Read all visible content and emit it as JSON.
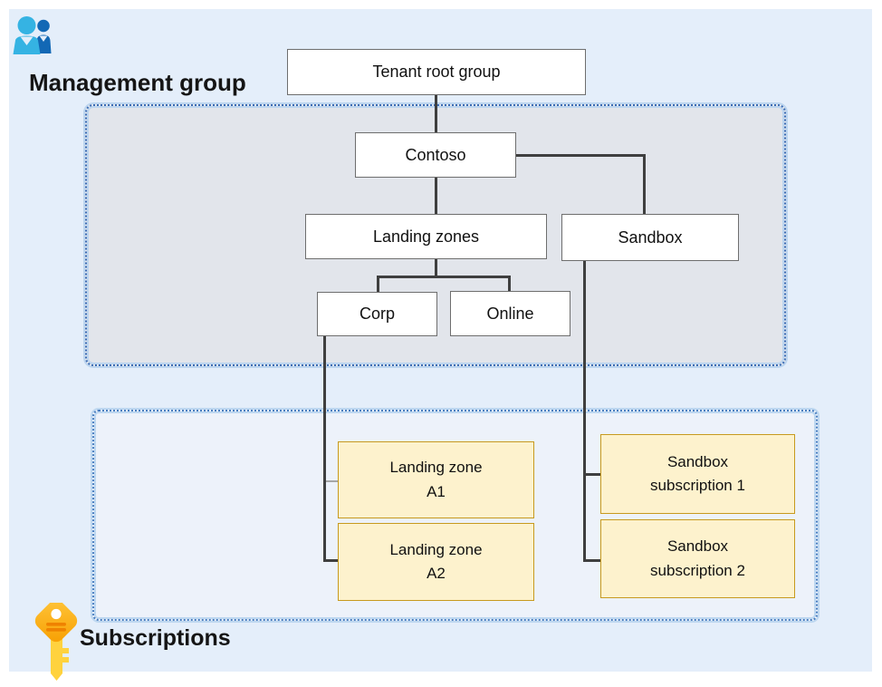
{
  "diagram": {
    "title_left": "Management group",
    "title_bottom": "Subscriptions",
    "icons": {
      "management_group": "people-icon",
      "subscriptions": "key-icon"
    },
    "nodes": {
      "tenant_root": {
        "label": "Tenant root group"
      },
      "contoso": {
        "label": "Contoso"
      },
      "landing_zones": {
        "label": "Landing zones"
      },
      "sandbox": {
        "label": "Sandbox"
      },
      "corp": {
        "label": "Corp"
      },
      "online": {
        "label": "Online"
      },
      "lz_a1": {
        "line1": "Landing zone",
        "line2": "A1"
      },
      "lz_a2": {
        "line1": "Landing zone",
        "line2": "A2"
      },
      "sb_sub1": {
        "line1": "Sandbox",
        "line2": "subscription 1"
      },
      "sb_sub2": {
        "line1": "Sandbox",
        "line2": "subscription 2"
      }
    },
    "edges": [
      {
        "from": "tenant_root",
        "to": "contoso"
      },
      {
        "from": "contoso",
        "to": "landing_zones"
      },
      {
        "from": "contoso",
        "to": "sandbox"
      },
      {
        "from": "landing_zones",
        "to": "corp"
      },
      {
        "from": "landing_zones",
        "to": "online"
      },
      {
        "from": "corp",
        "to": "lz_a1"
      },
      {
        "from": "corp",
        "to": "lz_a2"
      },
      {
        "from": "sandbox",
        "to": "sb_sub1"
      },
      {
        "from": "sandbox",
        "to": "sb_sub2"
      }
    ],
    "colors": {
      "canvas_panel_fill": "#e4eefa",
      "management_panel_fill": "#e2e5eb",
      "subscriptions_panel_fill": "#edf2fa",
      "dotted_border_blue": "#3c6cb4",
      "node_fill": "#ffffff",
      "node_border": "#6e6e6e",
      "subscription_fill": "#fdf2cd",
      "subscription_border": "#c79a1e",
      "connector_dark": "#3f3f3f",
      "connector_light": "#a6a6a6",
      "people_icon_front": "#35b3e3",
      "people_icon_back": "#1268b5",
      "key_icon_orange": "#ffab00",
      "key_icon_yellow": "#ffd23e"
    }
  }
}
